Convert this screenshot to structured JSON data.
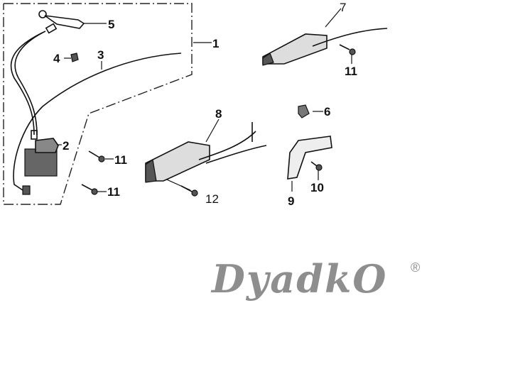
{
  "diagram": {
    "callouts": {
      "c1": "1",
      "c2": "2",
      "c3": "3",
      "c4": "4",
      "c5": "5",
      "c6": "6",
      "c7": "7",
      "c8": "8",
      "c9": "9",
      "c10": "10",
      "c11a": "11",
      "c11b": "11",
      "c11c": "11",
      "c12": "12"
    }
  },
  "logo": {
    "text": "DyadkO",
    "registered": "®",
    "color": "#8e8e8e"
  }
}
